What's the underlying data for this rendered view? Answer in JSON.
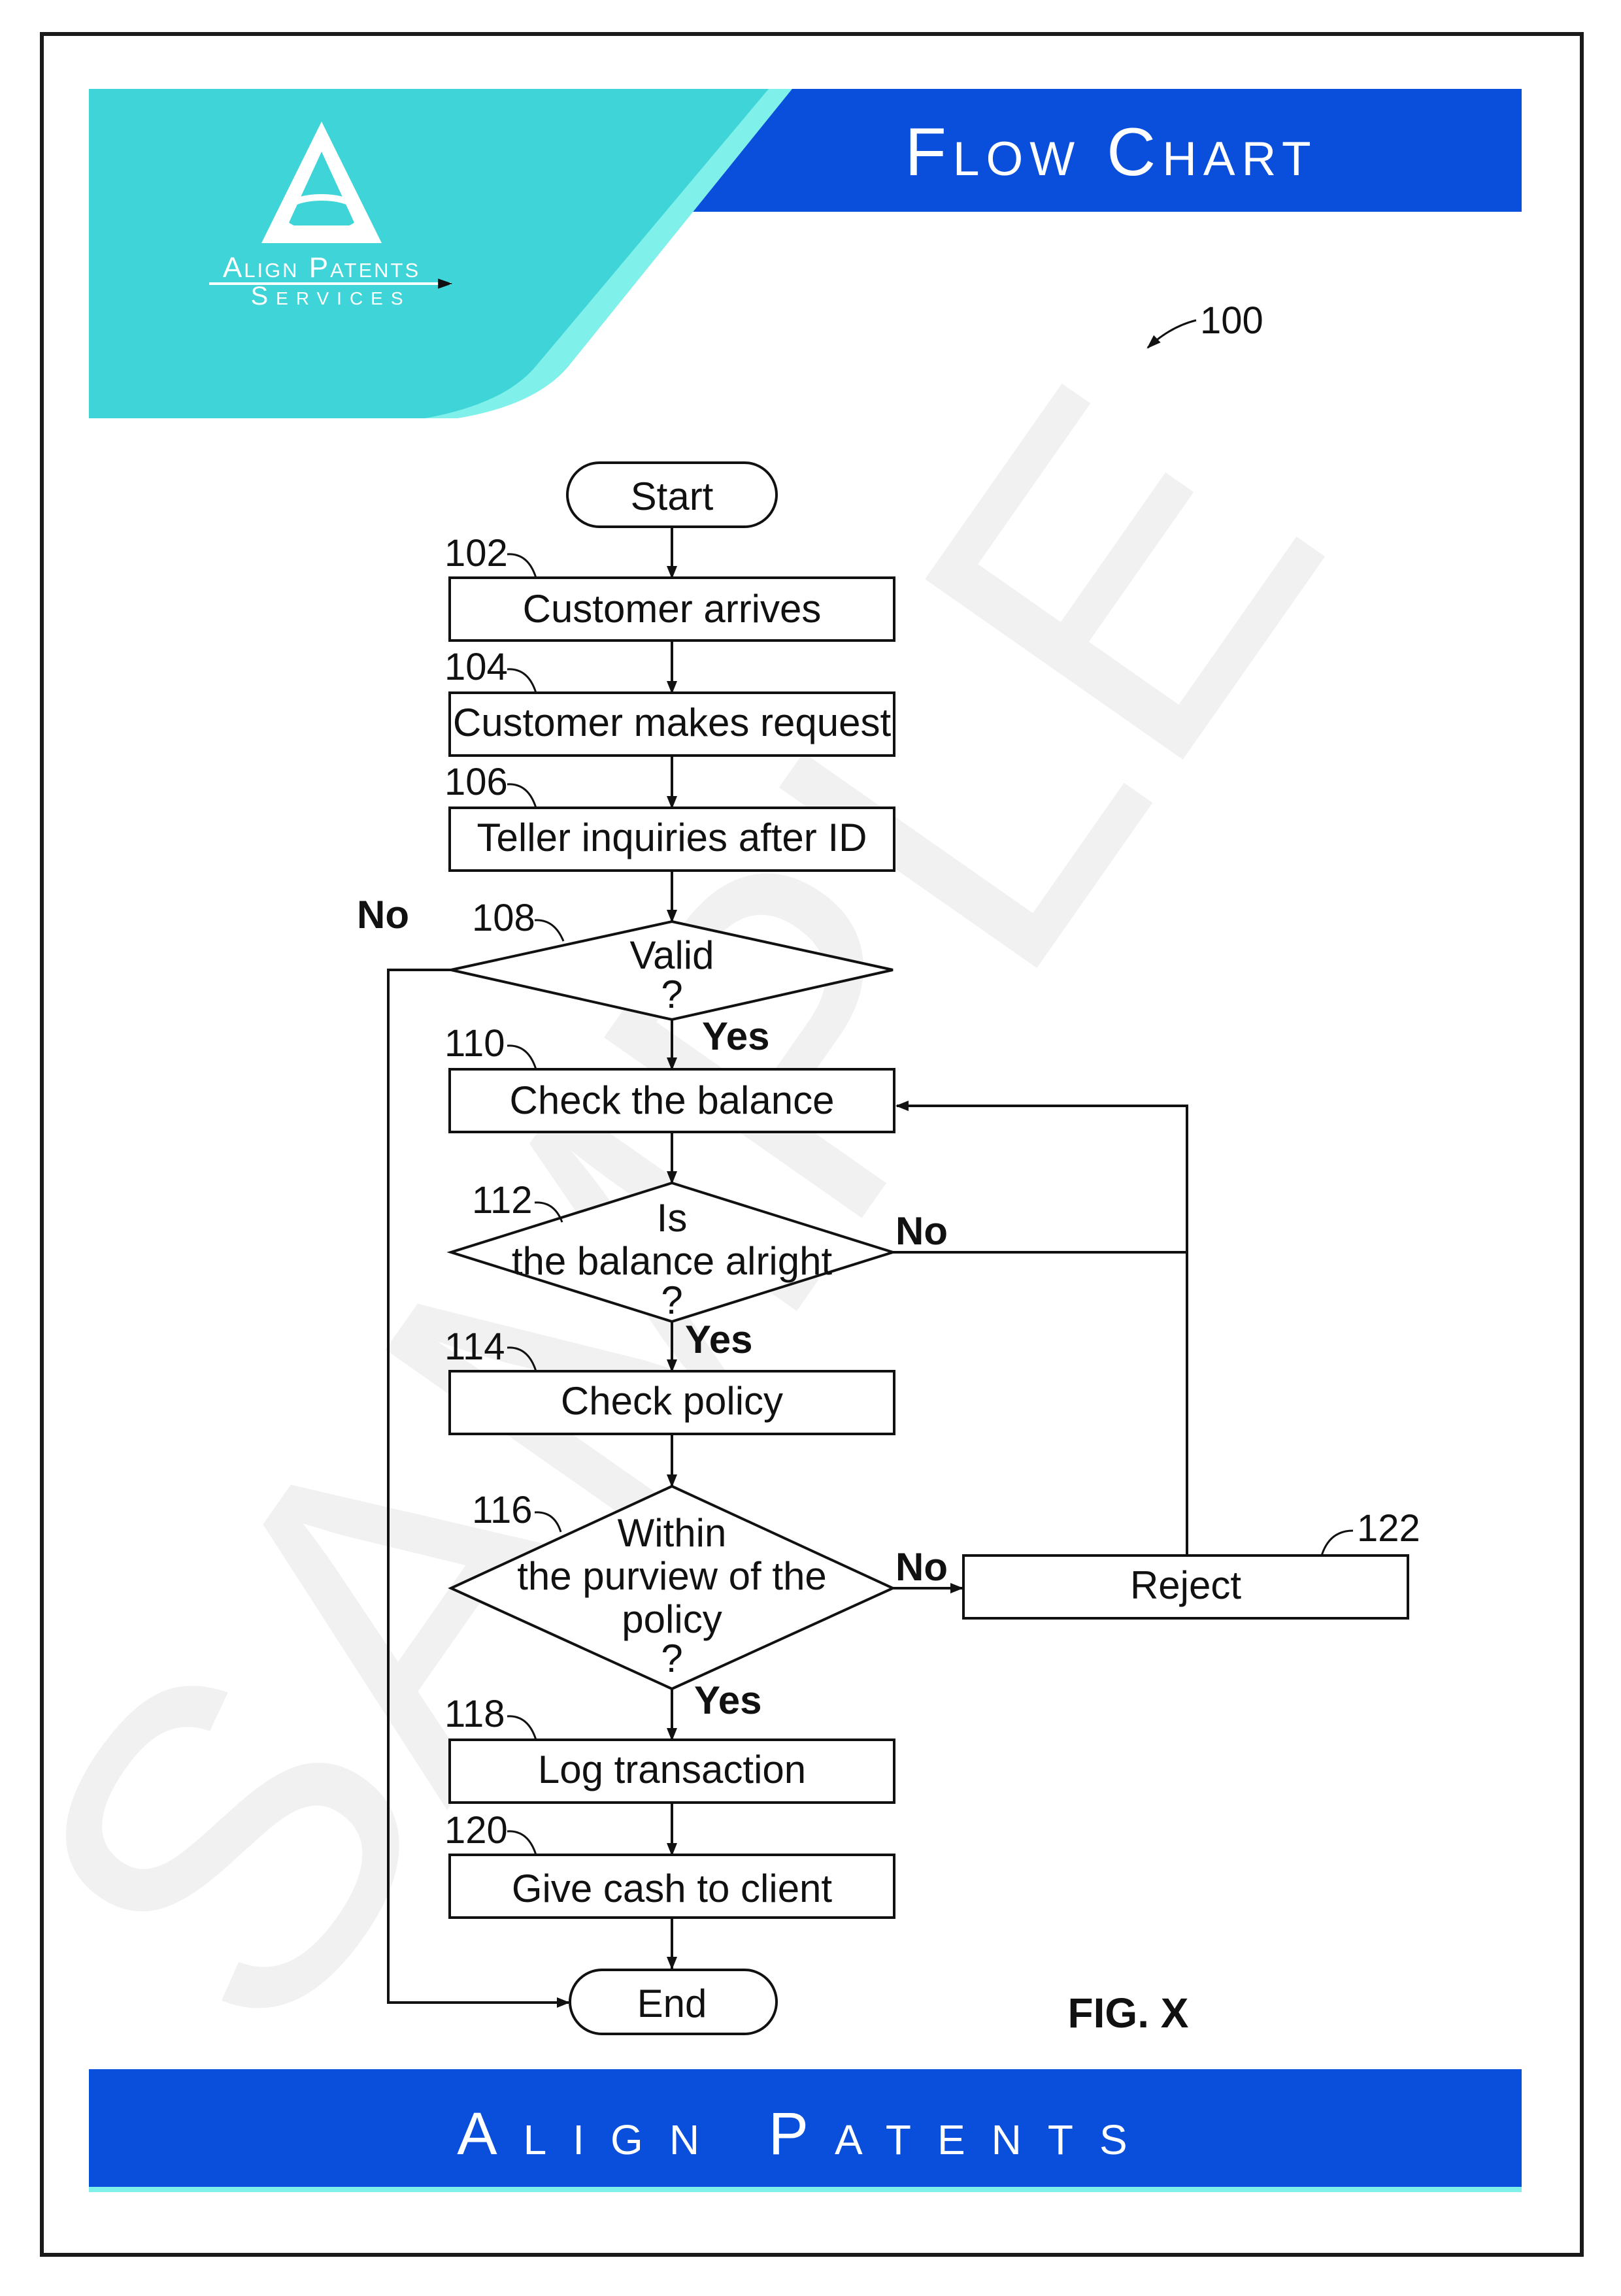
{
  "header": {
    "title": "Flow Chart",
    "logo_line1": "Align Patents",
    "logo_line2": "Services"
  },
  "footer": {
    "title": "Align Patents"
  },
  "watermark": "SAMPLE",
  "figure": {
    "ref": "100",
    "caption": "FIG. X"
  },
  "colors": {
    "banner_blue": "#0a4fdc",
    "teal": "#3fd4d8",
    "teal_light": "#7ff0ea",
    "ink": "#111111",
    "watermark": "#f1f1f1",
    "frame": "#1a1a1a"
  },
  "nodes": [
    {
      "id": "start",
      "label": "Start",
      "shape": "terminal"
    },
    {
      "id": "n102",
      "ref": "102",
      "label": "Customer arrives",
      "shape": "process"
    },
    {
      "id": "n104",
      "ref": "104",
      "label": "Customer makes request",
      "shape": "process"
    },
    {
      "id": "n106",
      "ref": "106",
      "label": "Teller inquiries after ID",
      "shape": "process"
    },
    {
      "id": "n108",
      "ref": "108",
      "lines": [
        "Valid",
        "?"
      ],
      "shape": "decision"
    },
    {
      "id": "n110",
      "ref": "110",
      "label": "Check the balance",
      "shape": "process"
    },
    {
      "id": "n112",
      "ref": "112",
      "lines": [
        "Is",
        "the balance alright",
        "?"
      ],
      "shape": "decision"
    },
    {
      "id": "n114",
      "ref": "114",
      "label": "Check policy",
      "shape": "process"
    },
    {
      "id": "n116",
      "ref": "116",
      "lines": [
        "Within",
        "the purview of the",
        "policy",
        "?"
      ],
      "shape": "decision"
    },
    {
      "id": "n118",
      "ref": "118",
      "label": "Log transaction",
      "shape": "process"
    },
    {
      "id": "n120",
      "ref": "120",
      "label": "Give cash to client",
      "shape": "process"
    },
    {
      "id": "end",
      "label": "End",
      "shape": "terminal"
    },
    {
      "id": "n122",
      "ref": "122",
      "label": "Reject",
      "shape": "process"
    }
  ],
  "edges": [
    {
      "from": "start",
      "to": "n102"
    },
    {
      "from": "n102",
      "to": "n104"
    },
    {
      "from": "n104",
      "to": "n106"
    },
    {
      "from": "n106",
      "to": "n108"
    },
    {
      "from": "n108",
      "to": "n110",
      "label": "Yes"
    },
    {
      "from": "n108",
      "to": "end",
      "label": "No"
    },
    {
      "from": "n110",
      "to": "n112"
    },
    {
      "from": "n112",
      "to": "n114",
      "label": "Yes"
    },
    {
      "from": "n112",
      "to": "n110",
      "label": "No"
    },
    {
      "from": "n114",
      "to": "n116"
    },
    {
      "from": "n116",
      "to": "n118",
      "label": "Yes"
    },
    {
      "from": "n116",
      "to": "n122",
      "label": "No"
    },
    {
      "from": "n122",
      "to": "n110"
    },
    {
      "from": "n118",
      "to": "n120"
    },
    {
      "from": "n120",
      "to": "end"
    }
  ]
}
